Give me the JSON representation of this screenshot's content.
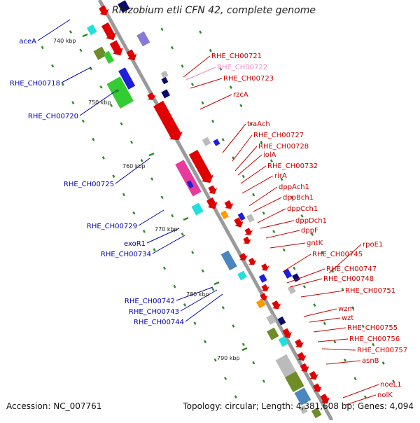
{
  "title": "Rhizobium etli CFN 42, complete genome",
  "footer": {
    "accession": "Accession: NC_007761",
    "stats": "Topology: circular; Length: 4,381,608 bp; Genes: 4,094"
  },
  "colors": {
    "backbone": "#9a9a9a",
    "tick": "#2e8b2e",
    "label_forward": "#cc0000",
    "label_reverse": "#0000aa",
    "label_pseudo": "#f08cc8",
    "gene_red": "#e00000",
    "gene_blue": "#1e1edc",
    "gene_navy": "#0a0a6e",
    "gene_green": "#33cc33",
    "gene_olive": "#6e8c28",
    "gene_purple": "#8a7ad8",
    "gene_cyan": "#22dede",
    "gene_magenta": "#e83a9a",
    "gene_orange": "#ff9900",
    "gene_gray": "#bbbbbb",
    "gene_steel": "#4a86c0"
  },
  "kbp_labels": [
    "740 kbp",
    "750 kbp",
    "760 kbp",
    "770 kbp",
    "780 kbp",
    "790 kbp"
  ],
  "right_labels": [
    {
      "text": "RHE_CH00721",
      "style": "forward"
    },
    {
      "text": "RHE_CH00722",
      "style": "pseudo"
    },
    {
      "text": "RHE_CH00723",
      "style": "forward"
    },
    {
      "text": "rzcA",
      "style": "forward"
    },
    {
      "text": "traAch",
      "style": "forward"
    },
    {
      "text": "RHE_CH00727",
      "style": "forward"
    },
    {
      "text": "RHE_CH00728",
      "style": "forward"
    },
    {
      "text": "iolA",
      "style": "forward"
    },
    {
      "text": "RHE_CH00732",
      "style": "forward"
    },
    {
      "text": "rirA",
      "style": "forward"
    },
    {
      "text": "dppAch1",
      "style": "forward"
    },
    {
      "text": "dppBch1",
      "style": "forward"
    },
    {
      "text": "dppCch1",
      "style": "forward"
    },
    {
      "text": "dppDch1",
      "style": "forward"
    },
    {
      "text": "dppF",
      "style": "forward"
    },
    {
      "text": "gntK",
      "style": "forward"
    },
    {
      "text": "rpoE1",
      "style": "forward"
    },
    {
      "text": "RHE_CH00745",
      "style": "forward"
    },
    {
      "text": "RHE_CH00747",
      "style": "forward"
    },
    {
      "text": "RHE_CH00748",
      "style": "forward"
    },
    {
      "text": "RHE_CH00751",
      "style": "forward"
    },
    {
      "text": "wzm",
      "style": "forward"
    },
    {
      "text": "wzt",
      "style": "forward"
    },
    {
      "text": "RHE_CH00755",
      "style": "forward"
    },
    {
      "text": "RHE_CH00756",
      "style": "forward"
    },
    {
      "text": "RHE_CH00757",
      "style": "forward"
    },
    {
      "text": "asnB",
      "style": "forward"
    },
    {
      "text": "noeL1",
      "style": "forward"
    },
    {
      "text": "nolK",
      "style": "forward"
    }
  ],
  "left_labels": [
    {
      "text": "aceA"
    },
    {
      "text": "RHE_CH00718"
    },
    {
      "text": "RHE_CH00720"
    },
    {
      "text": "RHE_CH00725"
    },
    {
      "text": "RHE_CH00729"
    },
    {
      "text": "exoR1"
    },
    {
      "text": "RHE_CH00734"
    },
    {
      "text": "RHE_CH00742"
    },
    {
      "text": "RHE_CH00743"
    },
    {
      "text": "RHE_CH00744"
    }
  ]
}
